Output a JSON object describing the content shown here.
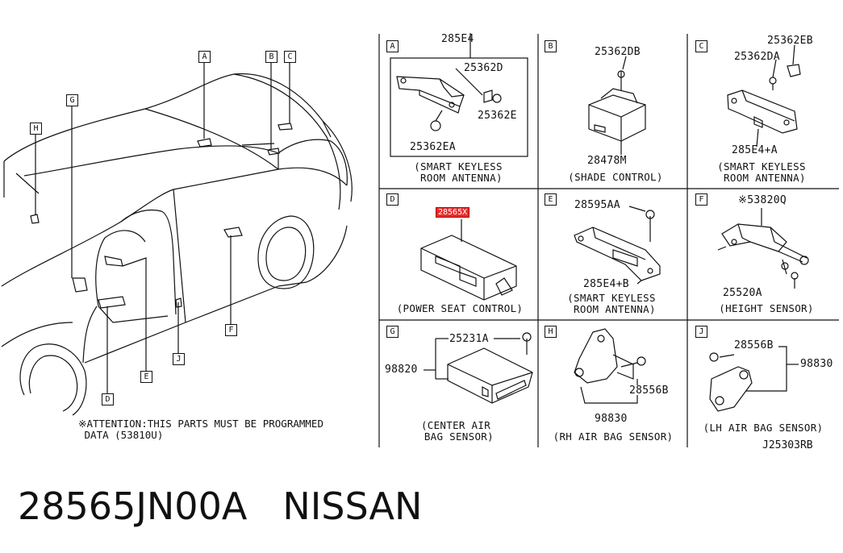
{
  "panels": {
    "A": {
      "letter": "A",
      "caption": "(SMART KEYLESS\n ROOM ANTENNA)",
      "parts": [
        "285E4",
        "25362D",
        "25362E",
        "25362EA"
      ]
    },
    "B": {
      "letter": "B",
      "caption": "(SHADE CONTROL)",
      "parts": [
        "25362DB",
        "28478M"
      ]
    },
    "C": {
      "letter": "C",
      "caption": "(SMART KEYLESS\n ROOM ANTENNA)",
      "parts": [
        "25362EB",
        "25362DA",
        "285E4+A"
      ]
    },
    "D": {
      "letter": "D",
      "caption": "(POWER SEAT CONTROL)",
      "parts": [
        "28565X"
      ]
    },
    "E": {
      "letter": "E",
      "caption": "(SMART KEYLESS\n ROOM ANTENNA)",
      "parts": [
        "28595AA",
        "285E4+B"
      ]
    },
    "F": {
      "letter": "F",
      "caption": "(HEIGHT SENSOR)",
      "parts": [
        "※53820Q",
        "25520A"
      ]
    },
    "G": {
      "letter": "G",
      "caption": "(CENTER AIR\n BAG SENSOR)",
      "parts": [
        "25231A",
        "98820"
      ]
    },
    "H": {
      "letter": "H",
      "caption": "(RH AIR BAG SENSOR)",
      "parts": [
        "28556B",
        "98830"
      ]
    },
    "J": {
      "letter": "J",
      "caption": "(LH AIR BAG SENSOR)",
      "parts": [
        "28556B",
        "98830"
      ]
    }
  },
  "car_callouts": [
    "A",
    "B",
    "C",
    "G",
    "H",
    "E",
    "J",
    "D",
    "F"
  ],
  "attention": "※ATTENTION:THIS PARTS MUST BE PROGRAMMED\n DATA (53810U)",
  "diagram_code": "J25303RB",
  "part_number": "28565JN00A",
  "brand": "NISSAN"
}
